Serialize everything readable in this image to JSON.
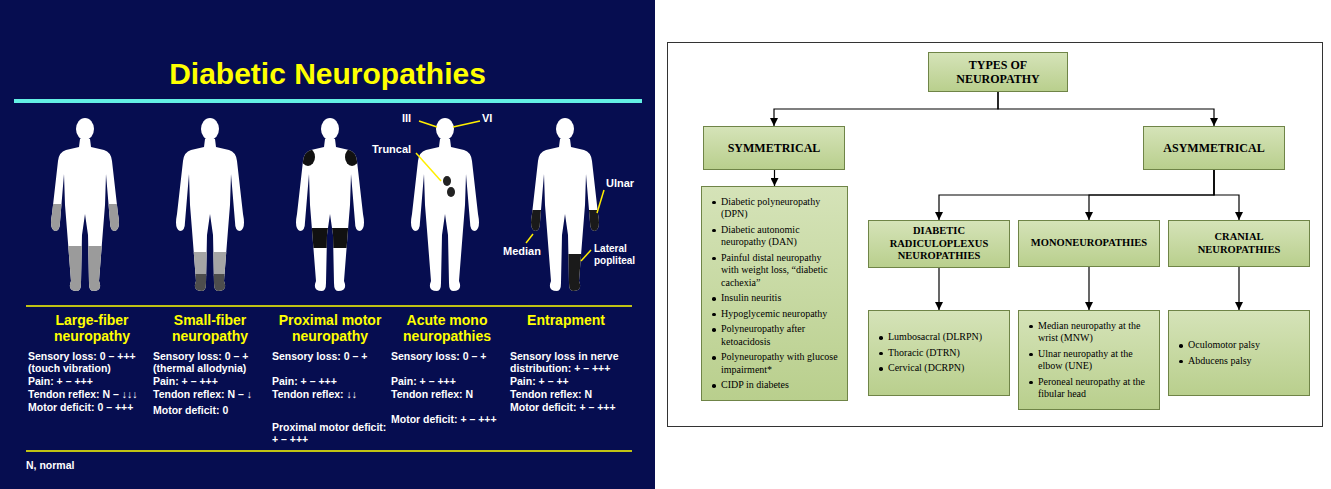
{
  "diagram": {
    "title": "Diabetic Neuropathies",
    "nodes": [
      {
        "text": [
          "TYPES OF NEUROPATHY"
        ]
      },
      {
        "text": [
          "SYMMETRICAL"
        ]
      },
      {
        "text": [
          "ASYMMETRICAL"
        ]
      },
      {
        "text": [
          "Diabetic polyneuropathy (DPN)",
          "Diabetic autonomic neuropathy (DAN)",
          "Painful distal neuropathy with weight loss, “diabetic cachexia”",
          "Insulin neuritis",
          "Hypoglycemic neuropathy",
          "Polyneuropathy after ketoacidosis",
          "Polyneuropathy with glucose impairment*",
          "CIDP in diabetes"
        ]
      },
      {
        "text": [
          "DIABETIC RADICULOPLEXUS NEUROPATHIES"
        ]
      },
      {
        "text": [
          "MONONEUROPATHIES"
        ]
      },
      {
        "text": [
          "CRANIAL NEUROPATHIES"
        ]
      },
      {
        "text": [
          "Lumbosacral (DLRPN)",
          "Thoracic (DTRN)",
          "Cervical (DCRPN)"
        ]
      },
      {
        "text": [
          "Median neuropathy at the wrist (MNW)",
          "Ulnar neuropathy at the elbow (UNE)",
          "Peroneal neuropathy at the fibular head"
        ]
      },
      {
        "text": [
          "Oculomotor palsy",
          "Abducens palsy"
        ]
      }
    ],
    "edges": [
      {
        "from": 0,
        "to": 1,
        "arrow": "to"
      },
      {
        "from": 0,
        "to": 2,
        "arrow": "to"
      },
      {
        "from": 1,
        "to": 3,
        "arrow": "to"
      },
      {
        "from": 2,
        "to": 4,
        "arrow": "to"
      },
      {
        "from": 2,
        "to": 5,
        "arrow": "to"
      },
      {
        "from": 2,
        "to": 6,
        "arrow": "to"
      },
      {
        "from": 4,
        "to": 7,
        "arrow": "to"
      },
      {
        "from": 5,
        "to": 8,
        "arrow": "to"
      },
      {
        "from": 6,
        "to": 9,
        "arrow": "to"
      }
    ],
    "labels": [
      "III",
      "VI",
      "Truncal",
      "Ulnar",
      "Median",
      "Lateral popliteal",
      "Large-fiber neuropathy",
      "Sensory loss: 0 – +++ (touch vibration)",
      "Pain: + – +++",
      "Tendon reflex: N – ↓↓↓",
      "Motor deficit: 0 – +++",
      "Small-fiber neuropathy",
      "Sensory loss: 0 – + (thermal allodynia)",
      "Pain: + – +++",
      "Tendon reflex: N – ↓",
      "Motor deficit: 0",
      "Proximal motor neuropathy",
      "Sensory loss: 0 – +",
      "Pain: + – +++",
      "Tendon reflex: ↓↓",
      "Proximal motor deficit: + – +++",
      "Acute mono neuropathies",
      "Sensory loss: 0 – +",
      "Pain: + – +++",
      "Tendon reflex: N",
      "Motor deficit: + – +++",
      "Entrapment",
      "Sensory loss in nerve distribution: + – +++",
      "Pain: + – ++",
      "Tendon reflex: N",
      "Motor deficit: + – +++",
      "N, normal"
    ]
  }
}
